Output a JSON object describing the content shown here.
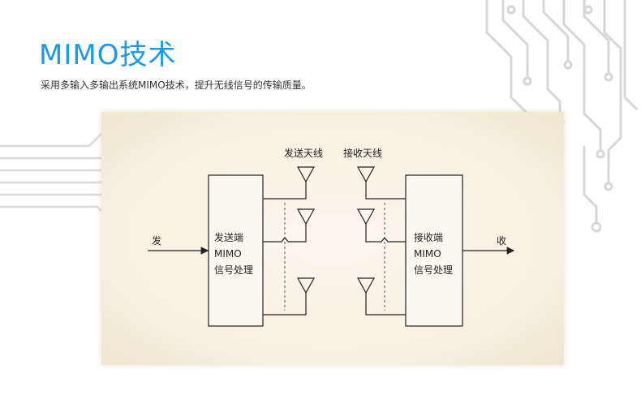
{
  "title": "MIMO技术",
  "subtitle": "采用多输入多输出系统MIMO技术，提升无线信号的传输质量。",
  "diagram": {
    "tx_antenna_label": "发送天线",
    "rx_antenna_label": "接收天线",
    "input_label": "发",
    "output_label": "收",
    "tx_block": [
      "发送端",
      "MIMO",
      "信号处理"
    ],
    "rx_block": [
      "接收端",
      "MIMO",
      "信号处理"
    ]
  },
  "colors": {
    "accent": "#1a9be0",
    "panel": "#f7f0df",
    "circuit": "#d6d6d6"
  }
}
